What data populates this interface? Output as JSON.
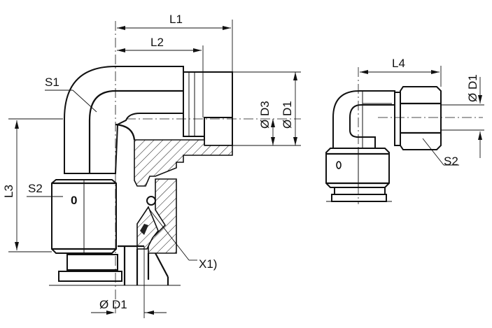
{
  "diagram": {
    "left_view": {
      "labels": {
        "l1": "L1",
        "l2": "L2",
        "l3": "L3",
        "s1": "S1",
        "s2": "S2",
        "d3": "Ø D3",
        "d1_right": "Ø D1",
        "d1_bottom": "Ø D1",
        "x1": "X1)",
        "nut_mark": "0"
      }
    },
    "right_view": {
      "labels": {
        "l4": "L4",
        "d1": "Ø D1",
        "s2": "S2"
      }
    }
  }
}
